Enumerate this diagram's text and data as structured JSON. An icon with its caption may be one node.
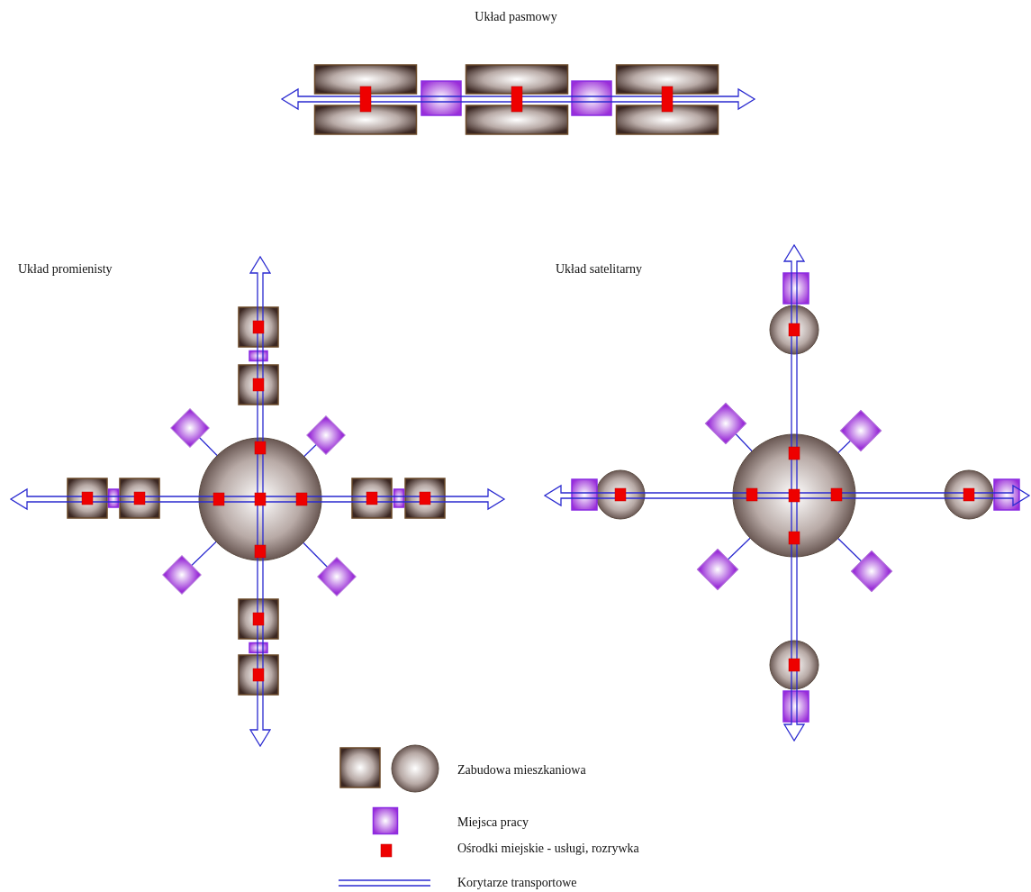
{
  "diagram": {
    "labels": [
      "Układ pasmowy",
      "Układ promienisty",
      "Układ satelitarny"
    ],
    "legend": [
      {
        "text": "Zabudowa mieszkaniowa"
      },
      {
        "text": "Miejsca pracy"
      },
      {
        "text": "Ośrodki miejskie - usługi, rozrywka",
        "color": "#ee0000"
      },
      {
        "text": "Korytarze transportowe"
      }
    ]
  }
}
